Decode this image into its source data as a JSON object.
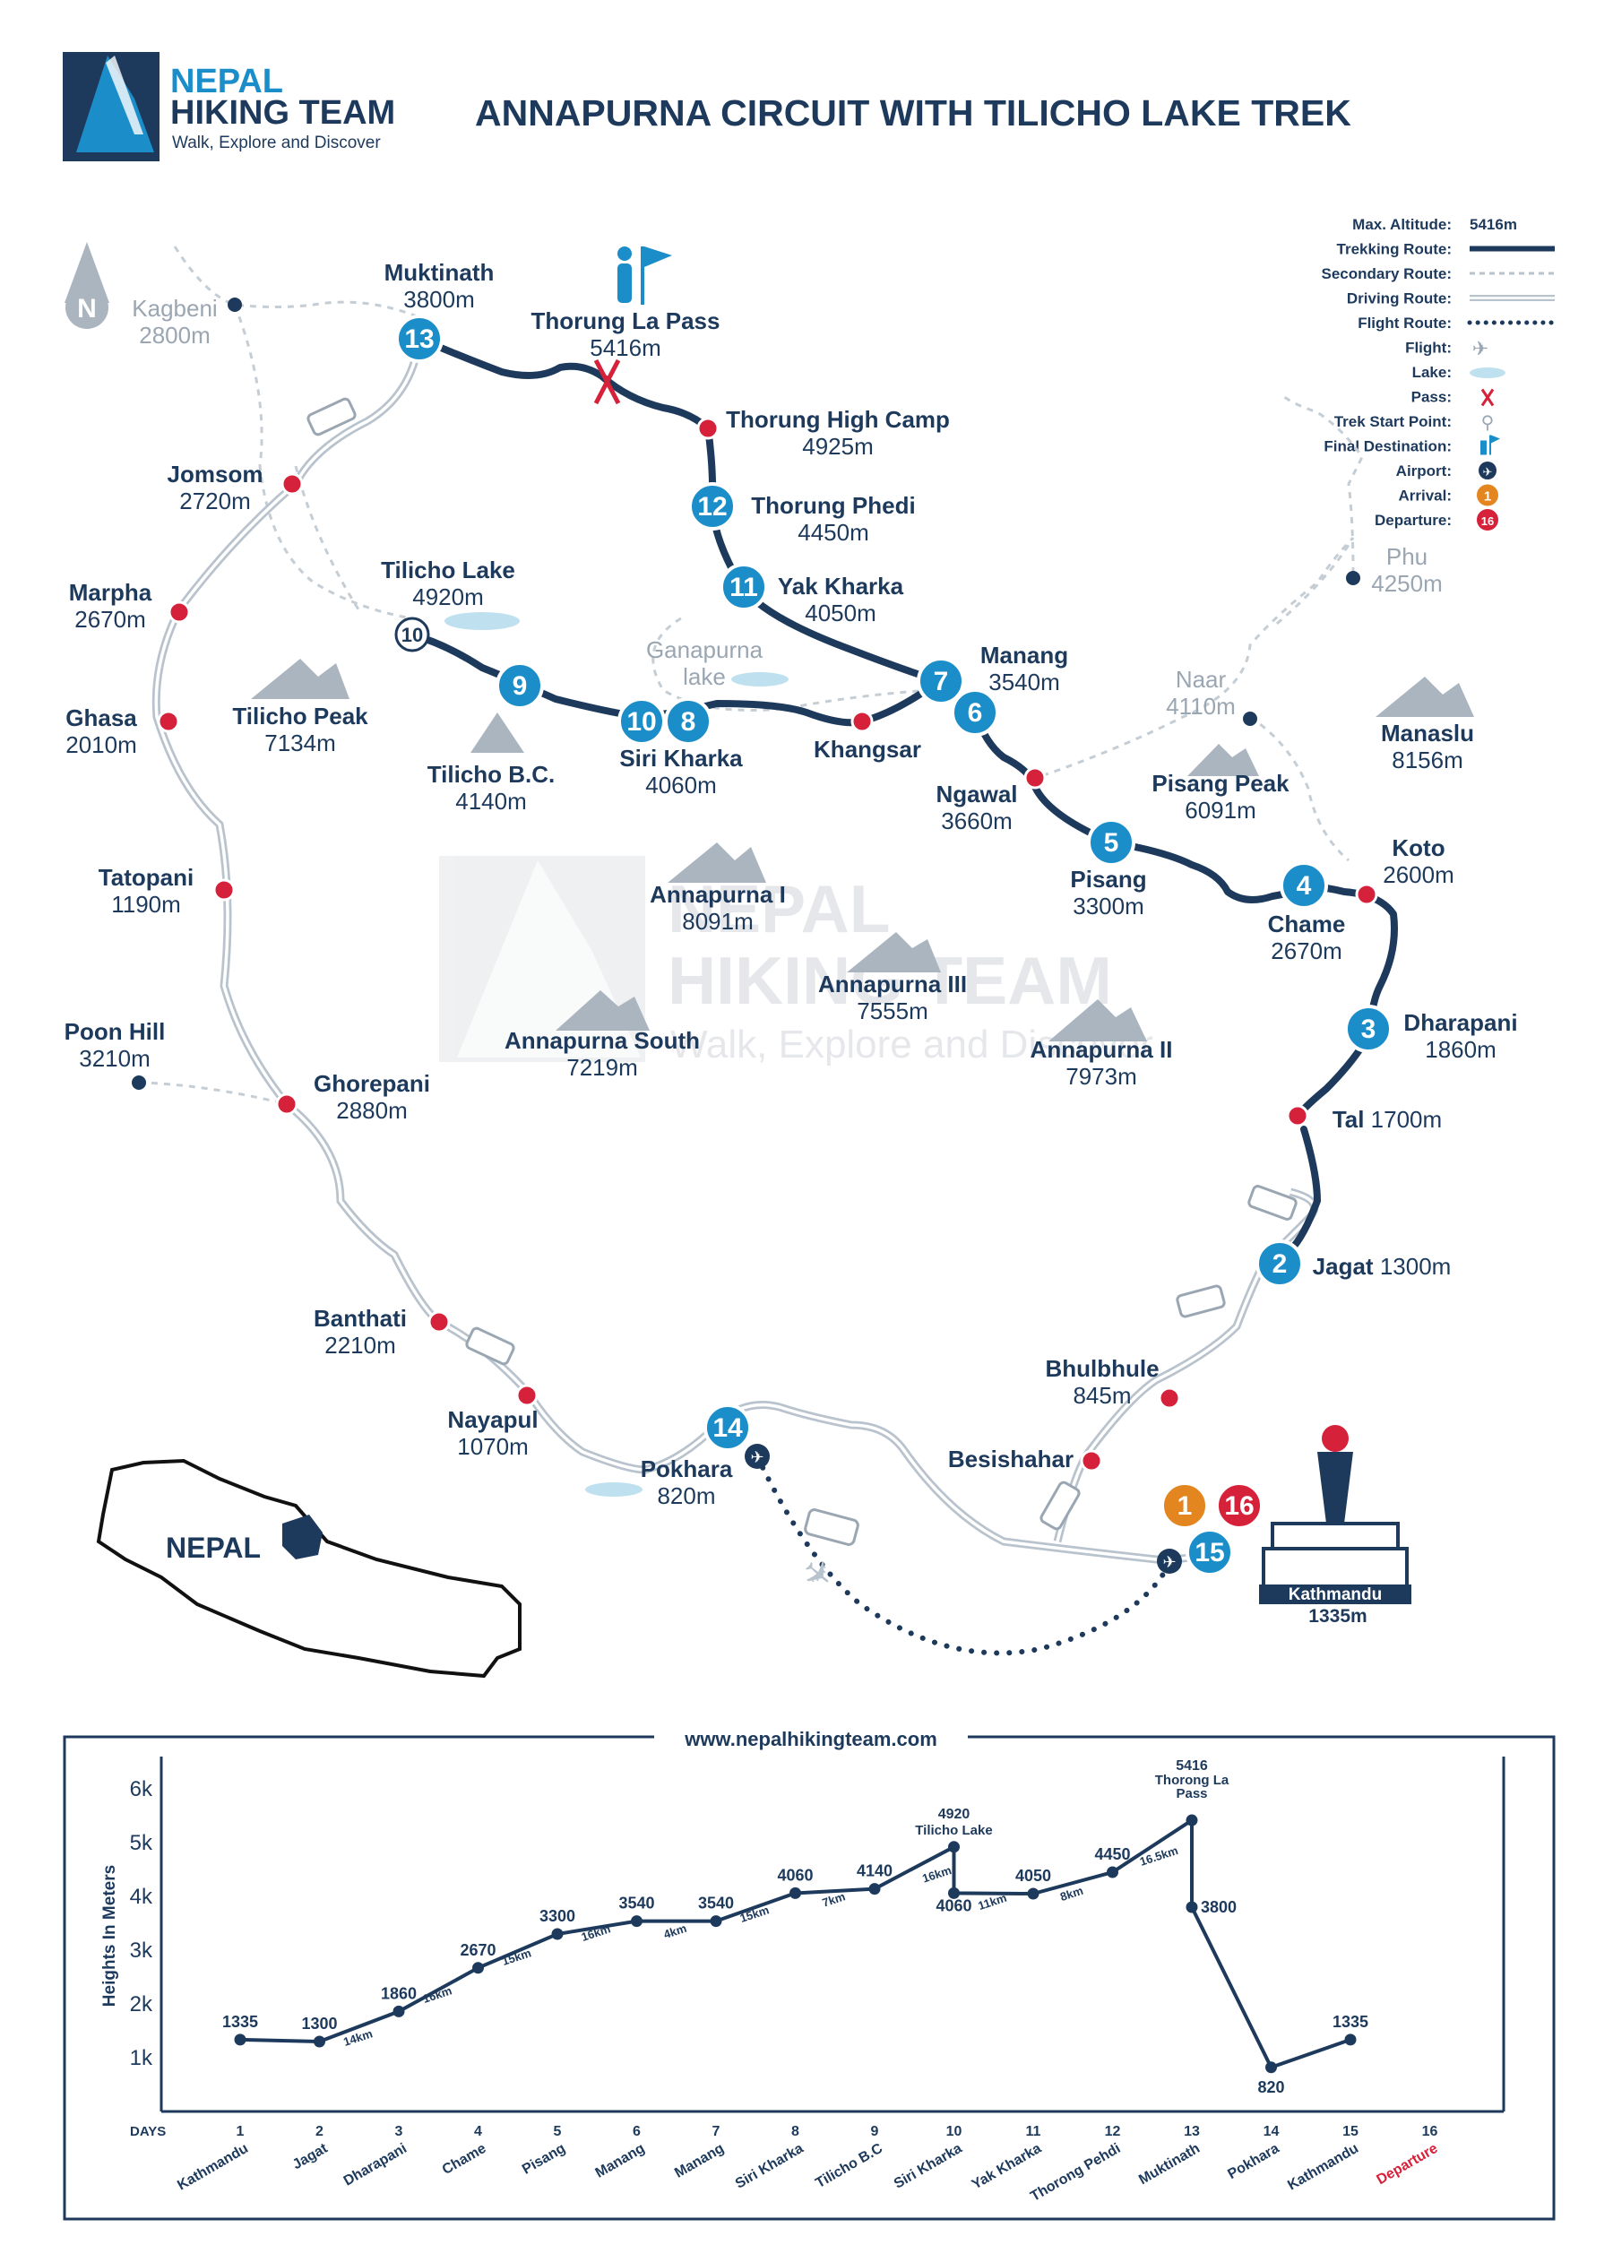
{
  "brand": {
    "line1": "NEPAL",
    "line2": "HIKING TEAM",
    "tagline": "Walk, Explore and Discover"
  },
  "title": "ANNAPURNA CIRCUIT WITH TILICHO LAKE TREK",
  "compass": "N",
  "colors": {
    "navy": "#1d3a5c",
    "blue": "#1b8ec9",
    "red": "#d6213a",
    "orange": "#e4861f",
    "grey": "#b7c1cb",
    "lake": "#bfe0ef"
  },
  "legend": [
    {
      "label": "Max. Altitude:",
      "value": "5416m",
      "icon": "text"
    },
    {
      "label": "Trekking Route:",
      "icon": "trek-line"
    },
    {
      "label": "Secondary Route:",
      "icon": "secondary-line"
    },
    {
      "label": "Driving Route:",
      "icon": "driving-line"
    },
    {
      "label": "Flight Route:",
      "icon": "flight-line"
    },
    {
      "label": "Flight:",
      "icon": "plane-icon"
    },
    {
      "label": "Lake:",
      "icon": "lake-icon"
    },
    {
      "label": "Pass:",
      "icon": "pass-icon"
    },
    {
      "label": "Trek Start Point:",
      "icon": "hiker-icon"
    },
    {
      "label": "Final Destination:",
      "icon": "destination-icon"
    },
    {
      "label": "Airport:",
      "icon": "airport-icon"
    },
    {
      "label": "Arrival:",
      "value": "1",
      "icon": "arrival-icon"
    },
    {
      "label": "Departure:",
      "value": "16",
      "icon": "departure-icon"
    }
  ],
  "places": [
    {
      "name": "Muktinath",
      "alt": "3800m"
    },
    {
      "name": "Thorung La Pass",
      "alt": "5416m"
    },
    {
      "name": "Kagbeni",
      "alt": "2800m"
    },
    {
      "name": "Thorung High Camp",
      "alt": "4925m"
    },
    {
      "name": "Thorung Phedi",
      "alt": "4450m"
    },
    {
      "name": "Jomsom",
      "alt": "2720m"
    },
    {
      "name": "Yak Kharka",
      "alt": "4050m"
    },
    {
      "name": "Tilicho Lake",
      "alt": "4920m"
    },
    {
      "name": "Marpha",
      "alt": "2670m"
    },
    {
      "name": "Manang",
      "alt": "3540m"
    },
    {
      "name": "Ganapurna",
      "alt": "lake"
    },
    {
      "name": "Khangsar",
      "alt": ""
    },
    {
      "name": "Ghasa",
      "alt": "2010m"
    },
    {
      "name": "Tilicho Peak",
      "alt": "7134m"
    },
    {
      "name": "Tilicho B.C.",
      "alt": "4140m"
    },
    {
      "name": "Siri Kharka",
      "alt": "4060m"
    },
    {
      "name": "Ngawal",
      "alt": "3660m"
    },
    {
      "name": "Naar",
      "alt": "4110m"
    },
    {
      "name": "Phu",
      "alt": "4250m"
    },
    {
      "name": "Manaslu",
      "alt": "8156m"
    },
    {
      "name": "Pisang Peak",
      "alt": "6091m"
    },
    {
      "name": "Pisang",
      "alt": "3300m"
    },
    {
      "name": "Koto",
      "alt": "2600m"
    },
    {
      "name": "Chame",
      "alt": "2670m"
    },
    {
      "name": "Tatopani",
      "alt": "1190m"
    },
    {
      "name": "Annapurna I",
      "alt": "8091m"
    },
    {
      "name": "Annapurna III",
      "alt": "7555m"
    },
    {
      "name": "Annapurna II",
      "alt": "7973m"
    },
    {
      "name": "Annapurna South",
      "alt": "7219m"
    },
    {
      "name": "Dharapani",
      "alt": "1860m"
    },
    {
      "name": "Poon Hill",
      "alt": "3210m"
    },
    {
      "name": "Ghorepani",
      "alt": "2880m"
    },
    {
      "name": "Tal",
      "alt": "1700m"
    },
    {
      "name": "Jagat",
      "alt": "1300m"
    },
    {
      "name": "Banthati",
      "alt": "2210m"
    },
    {
      "name": "Bhulbhule",
      "alt": "845m"
    },
    {
      "name": "Nayapul",
      "alt": "1070m"
    },
    {
      "name": "Besishahar",
      "alt": ""
    },
    {
      "name": "Pokhara",
      "alt": "820m"
    },
    {
      "name": "Kathmandu",
      "alt": "1335m"
    }
  ],
  "stops": [
    "13",
    "12",
    "11",
    "10",
    "9",
    "10",
    "8",
    "7",
    "6",
    "5",
    "4",
    "3",
    "2",
    "14",
    "15",
    "1",
    "16"
  ],
  "inset": {
    "label": "NEPAL"
  },
  "watermark": {
    "line1": "NEPAL",
    "line2": "HIKING TEAM",
    "line3": "Walk, Explore and Discover"
  },
  "website": "www.nepalhikingteam.com",
  "chart_data": {
    "type": "line",
    "ylabel": "Heights In Meters",
    "xlabel": "DAYS",
    "ylim": [
      0,
      6500
    ],
    "yticks": [
      "1k",
      "2k",
      "3k",
      "4k",
      "5k",
      "6k"
    ],
    "days": [
      "1",
      "2",
      "3",
      "4",
      "5",
      "6",
      "7",
      "8",
      "9",
      "10",
      "11",
      "12",
      "13",
      "14",
      "15",
      "16"
    ],
    "day_places": [
      "Kathmandu",
      "Jagat",
      "Dharapani",
      "Chame",
      "Pisang",
      "Manang",
      "Manang",
      "Siri Kharka",
      "Tilicho B.C",
      "Siri Kharka",
      "Yak Kharka",
      "Thorong Pehdi",
      "Muktinath",
      "Pokhara",
      "Kathmandu",
      "Departure"
    ],
    "points": [
      {
        "x": 1,
        "y": 1335,
        "label": "1335"
      },
      {
        "x": 2,
        "y": 1300,
        "label": "1300"
      },
      {
        "x": 3,
        "y": 1860,
        "label": "1860"
      },
      {
        "x": 4,
        "y": 2670,
        "label": "2670"
      },
      {
        "x": 5,
        "y": 3300,
        "label": "3300"
      },
      {
        "x": 6,
        "y": 3540,
        "label": "3540"
      },
      {
        "x": 7,
        "y": 3540,
        "label": "3540"
      },
      {
        "x": 8,
        "y": 4060,
        "label": "4060"
      },
      {
        "x": 9,
        "y": 4140,
        "label": "4140"
      },
      {
        "x": 10,
        "y": 4920,
        "label": "4920",
        "name": "Tilicho Lake"
      },
      {
        "x": 10,
        "y": 4060,
        "label": "4060"
      },
      {
        "x": 11,
        "y": 4050,
        "label": "4050"
      },
      {
        "x": 12,
        "y": 4450,
        "label": "4450"
      },
      {
        "x": 13,
        "y": 5416,
        "label": "5416",
        "name": "Thorong La Pass"
      },
      {
        "x": 13,
        "y": 3800,
        "label": "3800"
      },
      {
        "x": 14,
        "y": 820,
        "label": "820"
      },
      {
        "x": 15,
        "y": 1335,
        "label": "1335"
      }
    ],
    "distances": [
      {
        "x": 2.5,
        "y": 1300,
        "label": "14km"
      },
      {
        "x": 3.5,
        "y": 2100,
        "label": "16km"
      },
      {
        "x": 4.5,
        "y": 2800,
        "label": "15km"
      },
      {
        "x": 5.5,
        "y": 3250,
        "label": "16km"
      },
      {
        "x": 6.5,
        "y": 3280,
        "label": "4km"
      },
      {
        "x": 7.5,
        "y": 3600,
        "label": "15km"
      },
      {
        "x": 8.5,
        "y": 3870,
        "label": "7km"
      },
      {
        "x": 9.8,
        "y": 4340,
        "label": "16km"
      },
      {
        "x": 10.5,
        "y": 3830,
        "label": "11km"
      },
      {
        "x": 11.5,
        "y": 3980,
        "label": "8km"
      },
      {
        "x": 12.6,
        "y": 4680,
        "label": "16.5km"
      }
    ]
  }
}
